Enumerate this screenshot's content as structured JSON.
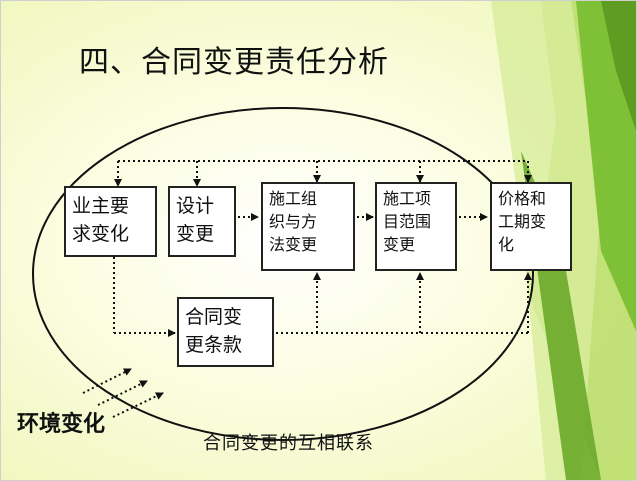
{
  "title": "四、合同变更责任分析",
  "boxes": {
    "owner": [
      "业主要",
      "求变化"
    ],
    "design": [
      "设计",
      "变更"
    ],
    "construction_org": [
      "施工组",
      "织与方",
      "法变更"
    ],
    "scope": [
      "施工项",
      "目范围",
      "变更"
    ],
    "price_schedule": [
      "价格和",
      "工期变",
      "化"
    ],
    "contract_clause": [
      "合同变",
      "更条款"
    ]
  },
  "environment_label": "环境变化",
  "caption": "合同变更的互相联系",
  "colors": {
    "box_border": "#222222",
    "arrow": "#111111",
    "accent_green": "#8cc63f"
  }
}
